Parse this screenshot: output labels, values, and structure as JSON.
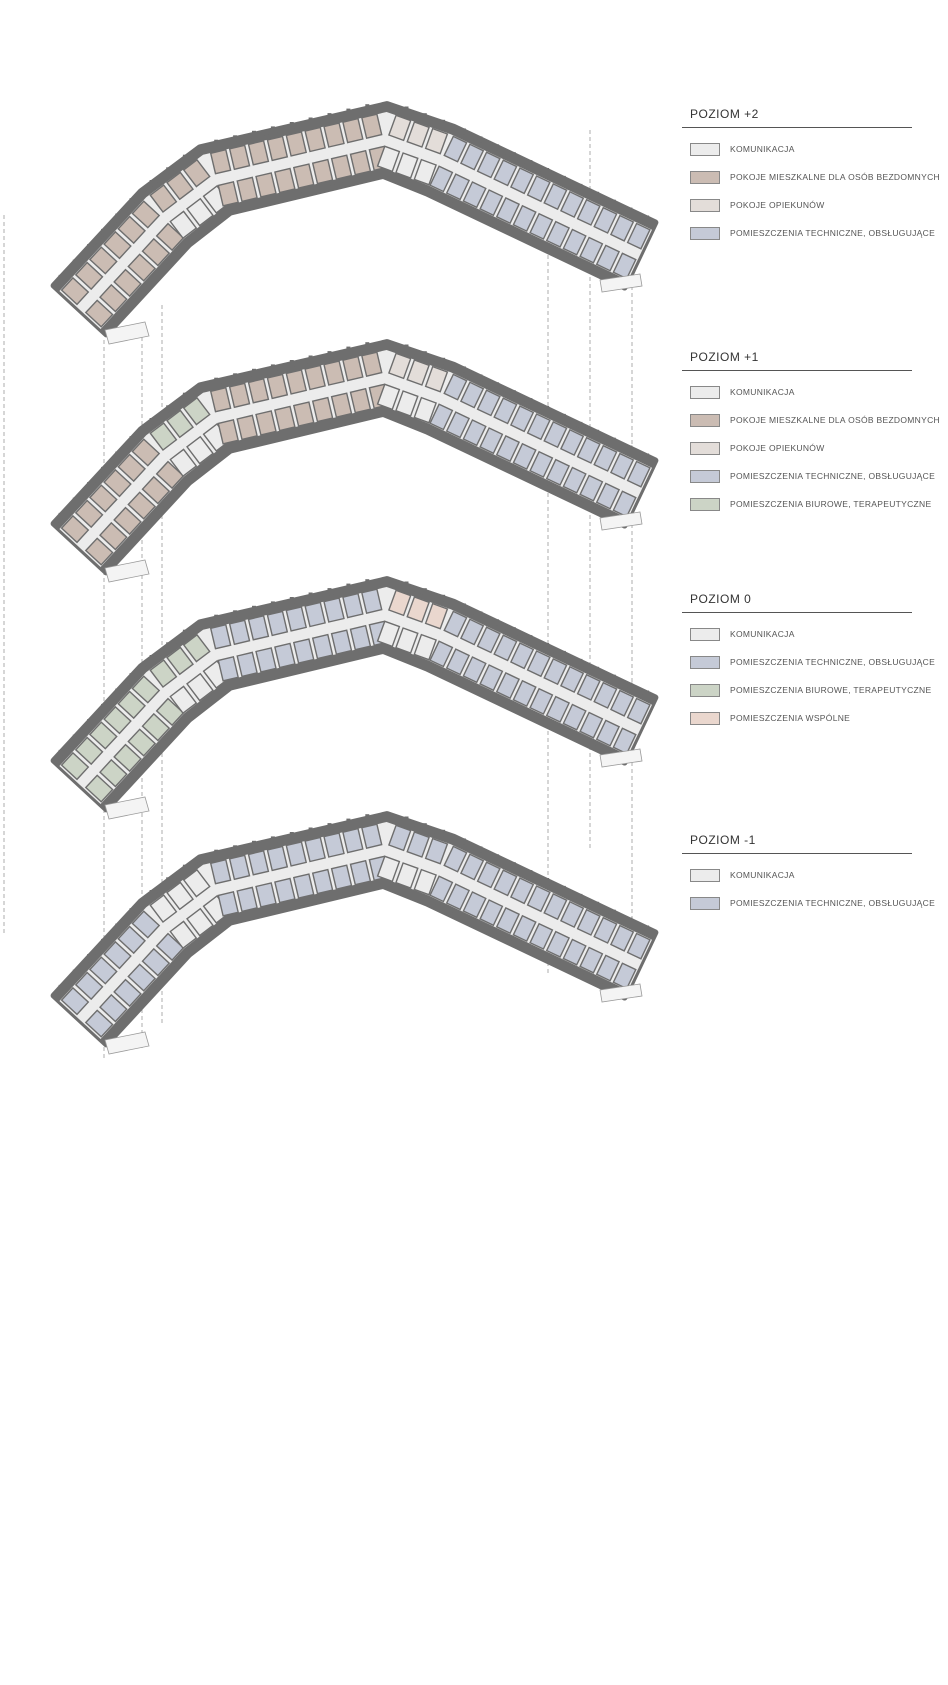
{
  "colors": {
    "wall": "#6e6e6e",
    "communication": "#ececec",
    "residential": "#cbbcb3",
    "caretakers": "#e3ddd9",
    "technical": "#c5cad7",
    "office": "#ccd4c6",
    "common": "#ead7ce",
    "guide": "#9a9a9a"
  },
  "legends": [
    {
      "title": "POZIOM +2",
      "items": [
        {
          "label": "KOMUNIKACJA",
          "color": "#ececec"
        },
        {
          "label": "POKOJE MIESZKALNE DLA OSÓB BEZDOMNYCH",
          "color": "#cbbcb3"
        },
        {
          "label": "POKOJE OPIEKUNÓW",
          "color": "#e3ddd9"
        },
        {
          "label": "POMIESZCZENIA TECHNICZNE, OBSŁUGUJĄCE",
          "color": "#c5cad7"
        }
      ]
    },
    {
      "title": "POZIOM +1",
      "items": [
        {
          "label": "KOMUNIKACJA",
          "color": "#ececec"
        },
        {
          "label": "POKOJE MIESZKALNE DLA OSÓB BEZDOMNYCH",
          "color": "#cbbcb3"
        },
        {
          "label": "POKOJE OPIEKUNÓW",
          "color": "#e3ddd9"
        },
        {
          "label": "POMIESZCZENIA TECHNICZNE, OBSŁUGUJĄCE",
          "color": "#c5cad7"
        },
        {
          "label": "POMIESZCZENIA BIUROWE, TERAPEUTYCZNE",
          "color": "#ccd4c6"
        }
      ]
    },
    {
      "title": "POZIOM 0",
      "items": [
        {
          "label": "KOMUNIKACJA",
          "color": "#ececec"
        },
        {
          "label": "POMIESZCZENIA TECHNICZNE, OBSŁUGUJĄCE",
          "color": "#c5cad7"
        },
        {
          "label": "POMIESZCZENIA BIUROWE, TERAPEUTYCZNE",
          "color": "#ccd4c6"
        },
        {
          "label": "POMIESZCZENIA WSPÓLNE",
          "color": "#ead7ce"
        }
      ]
    },
    {
      "title": "POZIOM -1",
      "items": [
        {
          "label": "KOMUNIKACJA",
          "color": "#ececec"
        },
        {
          "label": "POMIESZCZENIA TECHNICZNE, OBSŁUGUJĄCE",
          "color": "#c5cad7"
        }
      ]
    }
  ],
  "floors": [
    {
      "name": "level-plus-2",
      "zones": [
        "residential",
        "residential",
        "residential",
        "caretakers",
        "technical"
      ]
    },
    {
      "name": "level-plus-1",
      "zones": [
        "residential",
        "office",
        "residential",
        "caretakers",
        "technical"
      ]
    },
    {
      "name": "level-0",
      "zones": [
        "office",
        "office",
        "technical",
        "common",
        "technical"
      ]
    },
    {
      "name": "level-minus-1",
      "zones": [
        "technical",
        "communication",
        "technical",
        "technical",
        "technical"
      ]
    }
  ]
}
